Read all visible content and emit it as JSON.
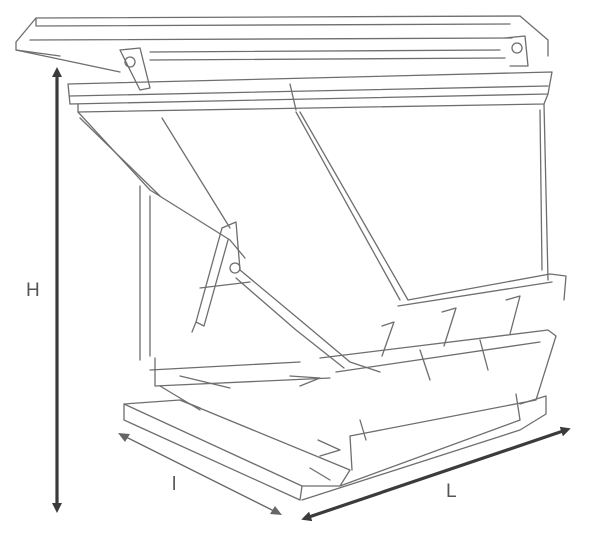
{
  "dimensions": {
    "height_label": "H",
    "width_label": "l",
    "length_label": "L"
  }
}
